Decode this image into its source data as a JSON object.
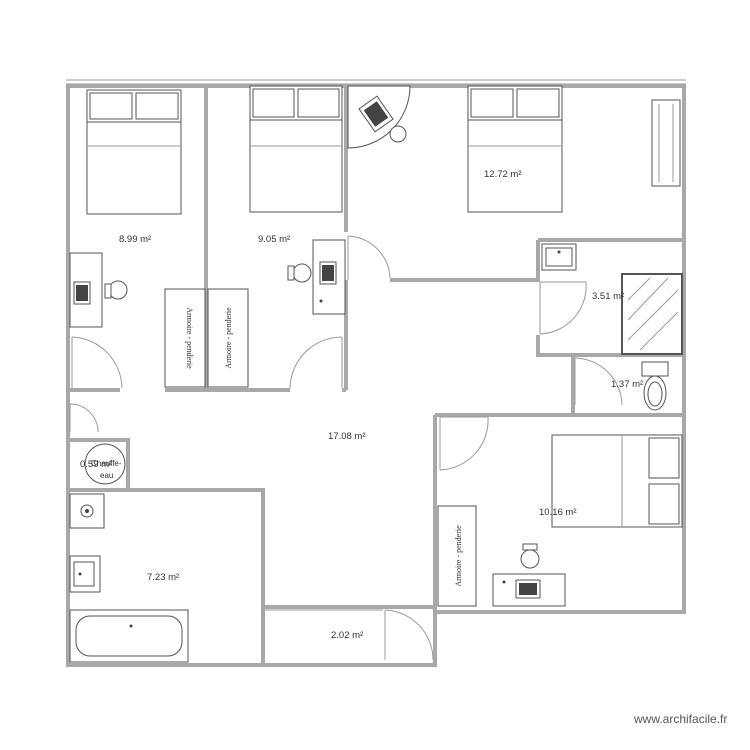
{
  "rooms": {
    "bedroom1": {
      "area": "8.99 m²"
    },
    "bedroom2": {
      "area": "9.05 m²"
    },
    "bedroom3": {
      "area": "12.72 m²"
    },
    "shower_room": {
      "area": "3.51 m²"
    },
    "wc": {
      "area": "1.37 m²"
    },
    "hall": {
      "area": "17.08 m²"
    },
    "water_heater_closet": {
      "area": "0.59 m²",
      "label_line1": "Chauffe-",
      "label_line2": "eau"
    },
    "bedroom4": {
      "area": "10.16 m²"
    },
    "bathroom": {
      "area": "7.23 m²"
    },
    "storage": {
      "area": "2.02 m²"
    }
  },
  "wardrobes": {
    "label": "Armoire - penderie"
  },
  "watermark": "www.archifacile.fr"
}
